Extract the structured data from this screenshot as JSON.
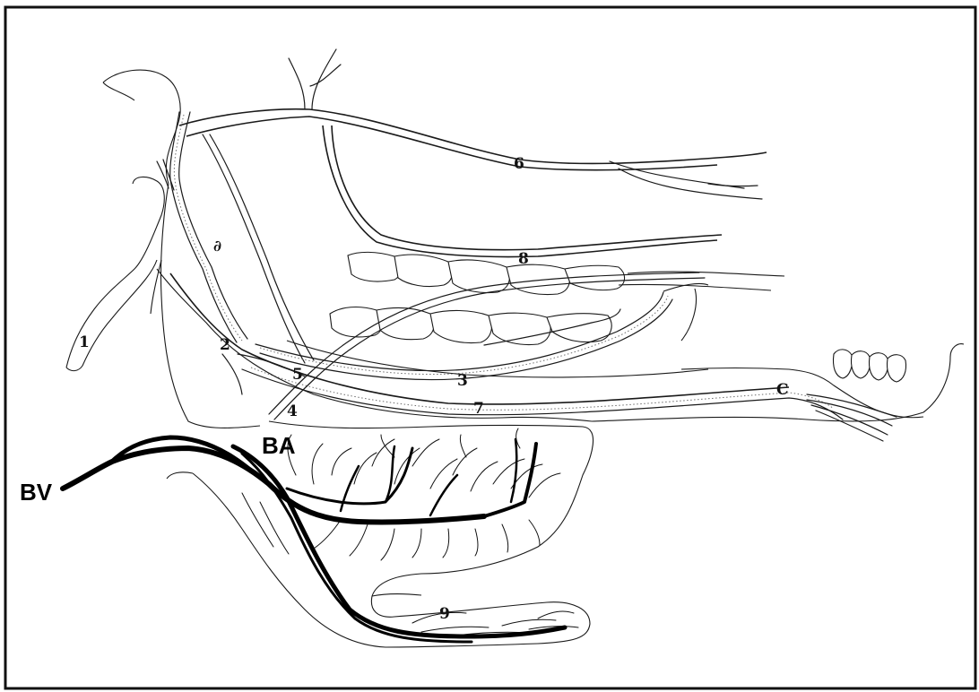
{
  "labels": {
    "l1": "1",
    "l2": "2",
    "l3": "3",
    "l4": "4",
    "l5": "5",
    "l6": "6",
    "l7": "7",
    "l8": "8",
    "l9": "9",
    "l_tilde": "∂",
    "l_c": "C",
    "ba": "BA",
    "bv": "BV"
  }
}
